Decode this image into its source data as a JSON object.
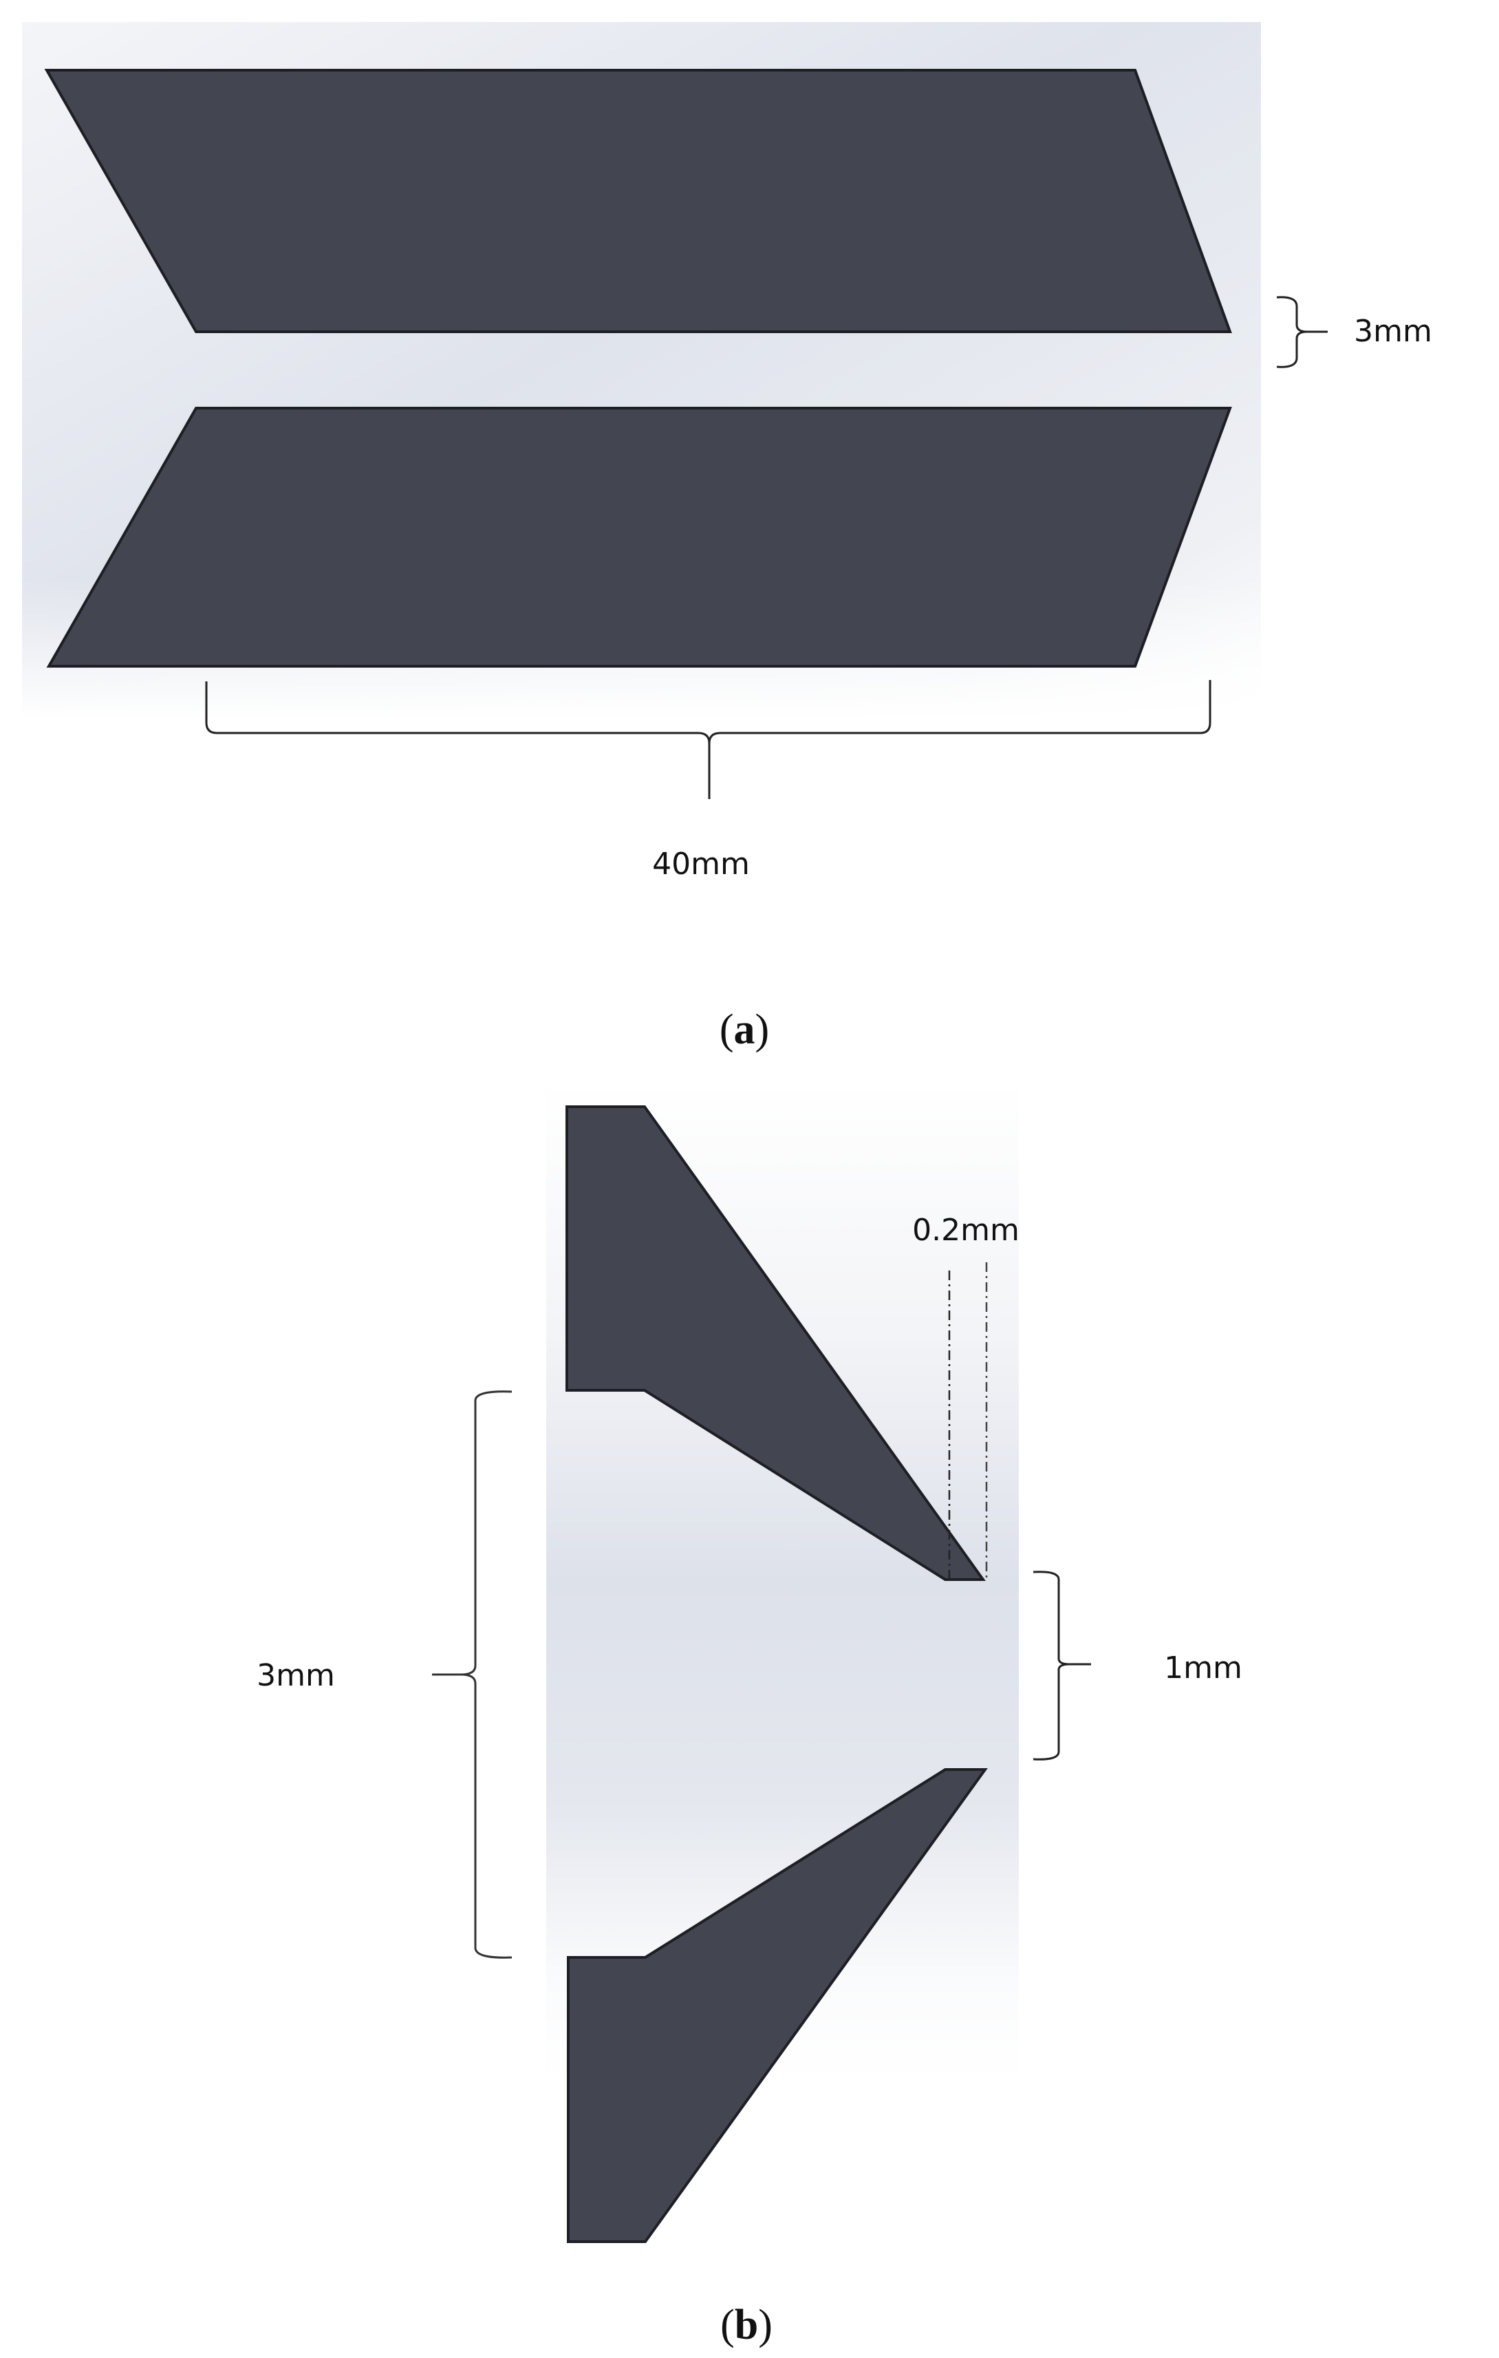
{
  "colors": {
    "part_fill": "#434651",
    "part_edge": "#1e1f24",
    "background_top": "#dde1ea",
    "background_bottom": "#ffffff",
    "bracket": "#222222"
  },
  "panel_a": {
    "caption_open": "(",
    "caption_letter": "a",
    "caption_close": ")",
    "gap_label": "3mm",
    "length_label": "40mm"
  },
  "panel_b": {
    "caption_open": "(",
    "caption_letter": "b",
    "caption_close": ")",
    "tip_width_label": "0.2mm",
    "outer_gap_label": "3mm",
    "tip_gap_label": "1mm"
  }
}
